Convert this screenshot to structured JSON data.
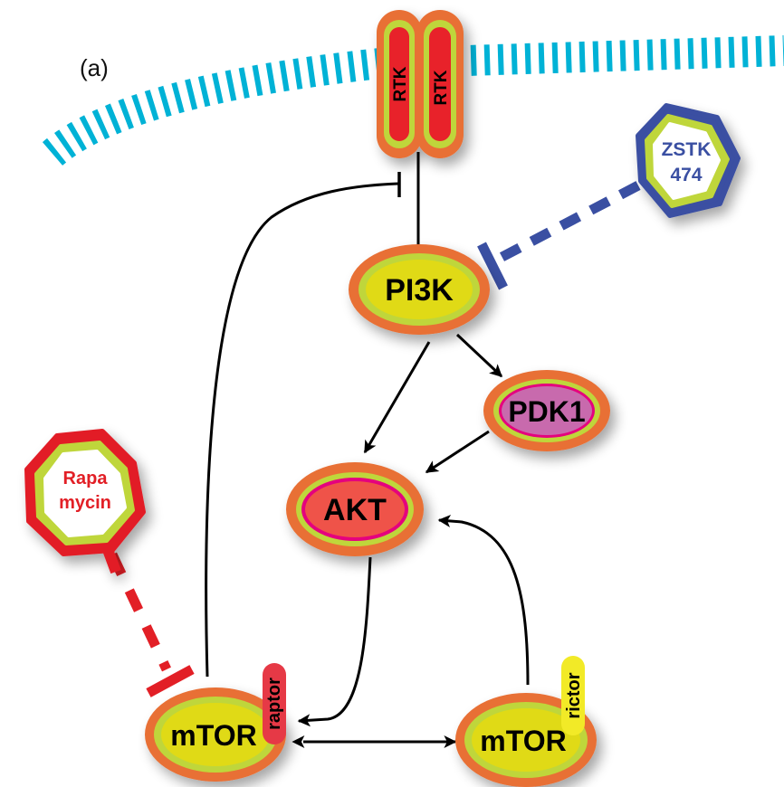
{
  "panel_label": "(a)",
  "colors": {
    "membrane": "#00b2d6",
    "node_outer": "#e86f35",
    "node_ring": "#bfd63a",
    "node_yellow": "#e0da17",
    "node_pink": "#c86bad",
    "node_red": "#ef5348",
    "inner_ring_magenta": "#e5007e",
    "rtk_fill": "#e8222b",
    "zstk_border": "#3a4fa2",
    "rapamycin_border": "#e21f26",
    "raptor_fill": "#e63946",
    "rictor_fill": "#f2ea27",
    "arrow": "#000000"
  },
  "receptors": [
    {
      "id": "rtk1",
      "label": "RTK"
    },
    {
      "id": "rtk2",
      "label": "RTK"
    }
  ],
  "nodes": [
    {
      "id": "pi3k",
      "label": "PI3K",
      "fill": "node_yellow",
      "inner_ring": false
    },
    {
      "id": "pdk1",
      "label": "PDK1",
      "fill": "node_pink",
      "inner_ring": true
    },
    {
      "id": "akt",
      "label": "AKT",
      "fill": "node_red",
      "inner_ring": true
    },
    {
      "id": "mtorc1",
      "label": "mTOR",
      "fill": "node_yellow",
      "inner_ring": false,
      "tag": "raptor"
    },
    {
      "id": "mtorc2",
      "label": "mTOR",
      "fill": "node_yellow",
      "inner_ring": false,
      "tag": "rictor"
    }
  ],
  "inhibitors": [
    {
      "id": "zstk474",
      "lines": [
        "ZSTK",
        "474"
      ],
      "color": "zstk_border",
      "target": "pi3k"
    },
    {
      "id": "rapamycin",
      "lines": [
        "Rapa",
        "mycin"
      ],
      "color": "rapamycin_border",
      "target": "mtorc1"
    }
  ],
  "edges": [
    {
      "from": "rtk",
      "to": "pi3k",
      "type": "activation"
    },
    {
      "from": "pi3k",
      "to": "akt",
      "type": "activation"
    },
    {
      "from": "pi3k",
      "to": "pdk1",
      "type": "activation"
    },
    {
      "from": "pdk1",
      "to": "akt",
      "type": "activation"
    },
    {
      "from": "akt",
      "to": "mtorc1",
      "type": "activation"
    },
    {
      "from": "mtorc2",
      "to": "akt",
      "type": "activation"
    },
    {
      "from": "mtorc1",
      "to": "mtorc2",
      "type": "bidirectional"
    },
    {
      "from": "mtorc1",
      "to": "rtk",
      "type": "inhibition"
    },
    {
      "from": "zstk474",
      "to": "pi3k",
      "type": "drug-inhibition"
    },
    {
      "from": "rapamycin",
      "to": "mtorc1",
      "type": "drug-inhibition"
    }
  ]
}
